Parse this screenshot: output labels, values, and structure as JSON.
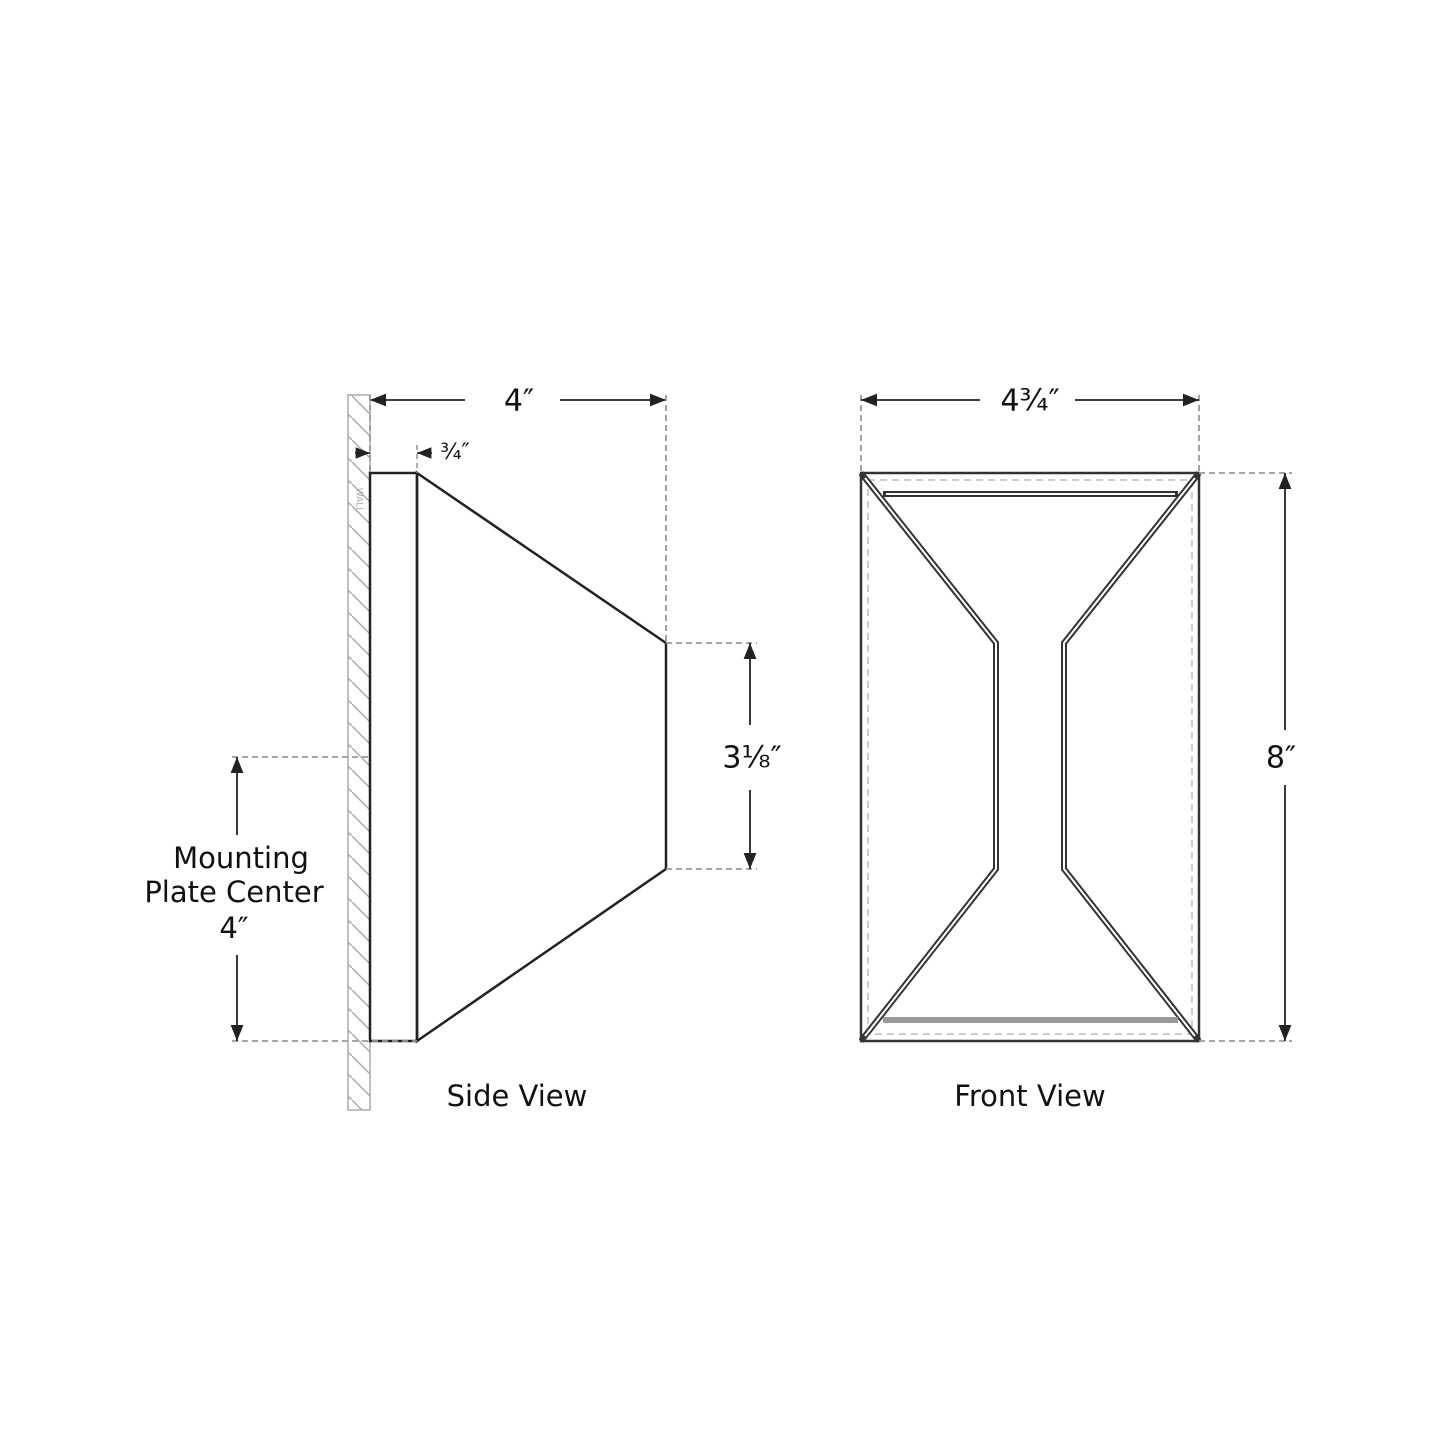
{
  "side_view": {
    "title": "Side View",
    "wall_label": "WALL",
    "depth": "4″",
    "backplate_depth": "¾″",
    "front_height": "3⅛″",
    "mounting_label_1": "Mounting",
    "mounting_label_2": "Plate Center",
    "mounting_value": "4″"
  },
  "front_view": {
    "title": "Front View",
    "width": "4¾″",
    "height": "8″"
  },
  "colors": {
    "line": "#222222",
    "dashed": "#9a9a9a",
    "wall": "#aaaaaa"
  }
}
